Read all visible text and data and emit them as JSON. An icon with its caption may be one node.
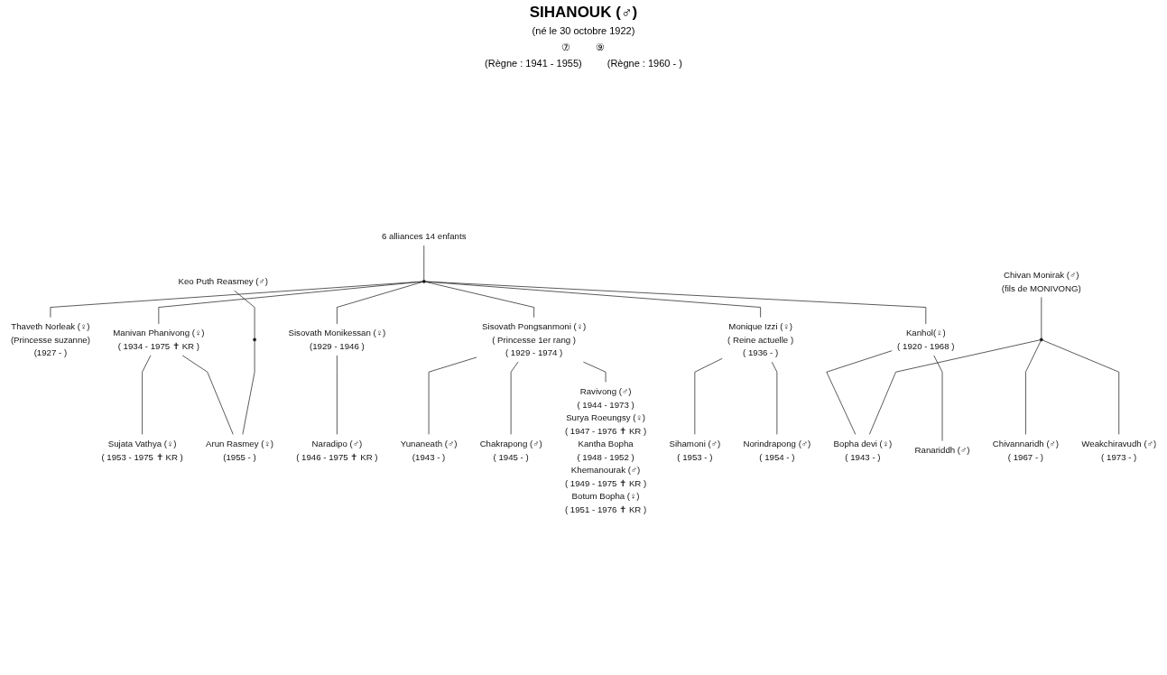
{
  "diagram": {
    "title": "SIHANOUK (♂)",
    "labels": [
      "(né le 30 octobre 1922)",
      "⑦",
      "⑨",
      "(Règne : 1941 - 1955)",
      "(Règne : 1960 - )"
    ],
    "nodes": [
      {
        "text": [
          "6 alliances 14 enfants"
        ]
      },
      {
        "text": [],
        "shape": "heart"
      },
      {
        "text": [
          "Thaveth Norleak (♀)",
          "(Princesse suzanne)",
          "(1927 - )"
        ]
      },
      {
        "text": [
          "Manivan Phanivong (♀)",
          "( 1934 - 1975 ✝ KR )"
        ]
      },
      {
        "text": [
          "Sisovath Monikessan (♀)",
          "(1929 - 1946 )"
        ]
      },
      {
        "text": [
          "Sisovath Pongsanmoni (♀)",
          "( Princesse 1er rang )",
          "( 1929 - 1974 )"
        ]
      },
      {
        "text": [
          "Monique Izzi (♀)",
          "( Reine actuelle )",
          "( 1936 - )"
        ]
      },
      {
        "text": [
          "Kanhol(♀)",
          "( 1920 - 1968 )"
        ]
      },
      {
        "text": [
          "Sujata Vathya (♀)",
          "( 1953 - 1975 ✝ KR )"
        ]
      },
      {
        "text": [
          "Naradipo (♂)",
          "( 1946 - 1975 ✝ KR )"
        ]
      },
      {
        "text": [
          "Keo Puth Reasmey (♂)"
        ]
      },
      {
        "text": [],
        "shape": "heart"
      },
      {
        "text": [
          "Arun Rasmey (♀)",
          "(1955 - )"
        ]
      },
      {
        "text": [
          "Sihamoni (♂)",
          "( 1953 - )"
        ]
      },
      {
        "text": [
          "Norindrapong (♂)",
          "( 1954 - )"
        ]
      },
      {
        "text": [
          "Chivan Monirak (♂)",
          "(fils de MONIVONG)"
        ]
      },
      {
        "text": [],
        "shape": "heart"
      },
      {
        "text": [
          "Bopha devi (♀)",
          "( 1943 - )"
        ]
      },
      {
        "text": [
          "Yunaneath (♂)",
          "(1943 - )"
        ]
      },
      {
        "text": [
          "Chakrapong (♂)",
          "( 1945 - )"
        ]
      },
      {
        "text": [
          "Ravivong (♂)",
          "( 1944 - 1973 )",
          "Surya Roeungsy (♀)",
          "( 1947 - 1976 ✝ KR )",
          "Kantha Bopha",
          "( 1948 - 1952 )",
          "Khemanourak (♂)",
          "( 1949 - 1975 ✝ KR )",
          "Botum Bopha (♀)",
          "( 1951 - 1976 ✝ KR )"
        ]
      },
      {
        "text": [
          "Chivannaridh (♂)",
          "( 1967 - )"
        ]
      },
      {
        "text": [
          "Weakchiravudh (♂)",
          "( 1973 - )"
        ]
      },
      {
        "text": [
          "Ranariddh (♂)"
        ]
      }
    ],
    "edges": [
      {
        "from": 0,
        "to": 1,
        "arrow": "none"
      },
      {
        "from": 1,
        "to": 2,
        "arrow": "none"
      },
      {
        "from": 1,
        "to": 3,
        "arrow": "none"
      },
      {
        "from": 1,
        "to": 4,
        "arrow": "none"
      },
      {
        "from": 1,
        "to": 5,
        "arrow": "none"
      },
      {
        "from": 1,
        "to": 6,
        "arrow": "none"
      },
      {
        "from": 1,
        "to": 7,
        "arrow": "none"
      },
      {
        "from": 3,
        "to": 8,
        "arrow": "none"
      },
      {
        "from": 3,
        "to": 12,
        "arrow": "none"
      },
      {
        "from": 4,
        "to": 9,
        "arrow": "none"
      },
      {
        "from": 10,
        "to": 11,
        "arrow": "none"
      },
      {
        "from": 11,
        "to": 12,
        "arrow": "none"
      },
      {
        "from": 5,
        "to": 18,
        "arrow": "none"
      },
      {
        "from": 5,
        "to": 19,
        "arrow": "none"
      },
      {
        "from": 5,
        "to": 20,
        "arrow": "none"
      },
      {
        "from": 6,
        "to": 13,
        "arrow": "none"
      },
      {
        "from": 6,
        "to": 14,
        "arrow": "none"
      },
      {
        "from": 7,
        "to": 17,
        "arrow": "none"
      },
      {
        "from": 7,
        "to": 23,
        "arrow": "none"
      },
      {
        "from": 15,
        "to": 16,
        "arrow": "none"
      },
      {
        "from": 16,
        "to": 17,
        "arrow": "none"
      },
      {
        "from": 16,
        "to": 21,
        "arrow": "none"
      },
      {
        "from": 16,
        "to": 22,
        "arrow": "none"
      }
    ]
  }
}
